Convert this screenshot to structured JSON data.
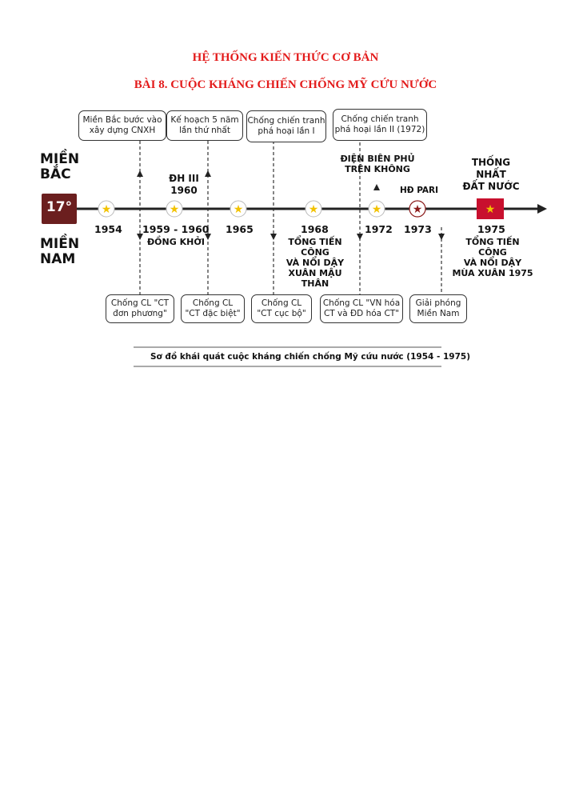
{
  "header": {
    "line1": "HỆ THỐNG KIẾN THỨC CƠ BẢN",
    "line2": "BÀI 8. CUỘC KHÁNG CHIẾN CHỐNG MỸ CỨU NƯỚC"
  },
  "diagram": {
    "north_label": "MIỀN\nBẮC",
    "south_label": "MIỀN\nNAM",
    "parallel": "17°",
    "top_boxes": [
      "Miền Bắc bước vào\nxây dựng CNXH",
      "Kế hoạch 5 năm\nlần thứ nhất",
      "Chống chiến tranh\nphá hoại lần I",
      "Chống chiến tranh\nphá hoại lần II (1972)"
    ],
    "years": [
      "1954",
      "1959 - 1960",
      "1965",
      "1968",
      "1972",
      "1973",
      "1975"
    ],
    "north_events": {
      "dh3": "ĐH III\n1960",
      "dbp": "ĐIỆN BIÊN PHỦ\nTRÊN KHÔNG",
      "hd_pari": "HĐ PARI",
      "thong_nhat": "THỐNG NHẤT\nĐẤT NƯỚC"
    },
    "south_events": {
      "dong_khoi": "ĐỒNG KHỞI",
      "mau_than": "TỔNG TIẾN CÔNG\nVÀ NỔI DẬY\nXUÂN MẬU THÂN",
      "xuan_1975": "TỔNG TIẾN CÔNG\nVÀ NỔI DẬY\nMÙA XUÂN 1975"
    },
    "bottom_boxes": [
      "Chống CL \"CT\nđơn phương\"",
      "Chống CL\n\"CT đặc biệt\"",
      "Chống CL\n\"CT cục bộ\"",
      "Chống CL \"VN hóa\nCT và ĐD hóa CT\"",
      "Giải phóng\nMiền Nam"
    ],
    "caption": "Sơ đồ khái quát cuộc kháng chiến chống Mỹ cứu nước (1954 - 1975)",
    "colors": {
      "star_fill": "#f2c200",
      "parallel_box": "#6b1f1f",
      "final_box": "#c8102e",
      "accent_star_1973": "#8b1a1a"
    }
  }
}
